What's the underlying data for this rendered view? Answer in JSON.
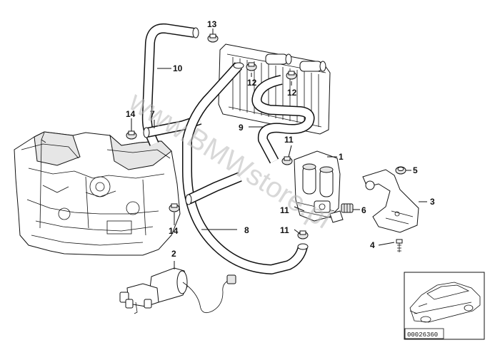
{
  "diagram": {
    "callouts": [
      {
        "id": "c1",
        "label": "1"
      },
      {
        "id": "c2",
        "label": "2"
      },
      {
        "id": "c3",
        "label": "3"
      },
      {
        "id": "c4",
        "label": "4"
      },
      {
        "id": "c5",
        "label": "5"
      },
      {
        "id": "c6",
        "label": "6"
      },
      {
        "id": "c7",
        "label": "7"
      },
      {
        "id": "c8",
        "label": "8"
      },
      {
        "id": "c9",
        "label": "9"
      },
      {
        "id": "c10",
        "label": "10"
      },
      {
        "id": "c11a",
        "label": "11"
      },
      {
        "id": "c11b",
        "label": "11"
      },
      {
        "id": "c11c",
        "label": "11"
      },
      {
        "id": "c12a",
        "label": "12"
      },
      {
        "id": "c12b",
        "label": "12"
      },
      {
        "id": "c13",
        "label": "13"
      },
      {
        "id": "c14a",
        "label": "14"
      },
      {
        "id": "c14b",
        "label": "14"
      }
    ],
    "watermark": "www.BMWstore.pl",
    "reference_number": "00026360",
    "icons": [
      "engine-block-illustration",
      "heater-core-illustration",
      "water-valve-illustration",
      "auxiliary-pump-illustration",
      "vehicle-thumbnail-illustration"
    ]
  }
}
